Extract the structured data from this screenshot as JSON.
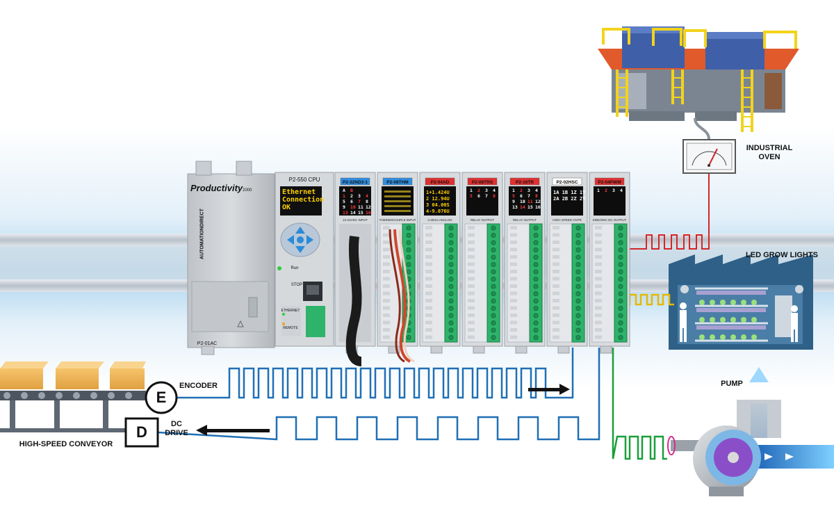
{
  "labels": {
    "industrial_oven": "INDUSTRIAL\nOVEN",
    "led_grow_lights": "LED GROW LIGHTS",
    "pump": "PUMP",
    "encoder": "ENCODER",
    "dc_drive": "DC\nDRIVE",
    "high_speed_conveyor": "HIGH-SPEED CONVEYOR",
    "encoder_symbol": "E",
    "drive_symbol": "D"
  },
  "plc": {
    "power_supply": {
      "brand": "Productivity",
      "brand_suffix": "2000",
      "vendor": "AUTOMATIONDIRECT",
      "model": "P2-01AC"
    },
    "cpu": {
      "model": "P2-550 CPU",
      "display_lines": [
        "Ethernet",
        "Connection",
        "OK"
      ],
      "switch_run": "Run",
      "switch_stop": "STOP",
      "port_labels": [
        "ETHERNET",
        "REMOTE"
      ]
    },
    "modules": [
      {
        "model": "P2-32ND3-1",
        "header": "#2f8ee0",
        "sublabel": "12-24VDC INPUT",
        "display": "grid",
        "grid": [
          "A",
          "B",
          "",
          "",
          "1",
          "2",
          "3",
          "4",
          "5",
          "6",
          "7",
          "8",
          "9",
          "10",
          "11",
          "12",
          "13",
          "14",
          "15",
          "16"
        ]
      },
      {
        "model": "P2-08THM",
        "header": "#2f8ee0",
        "sublabel": "THERMOCOUPLE INPUT",
        "display": "text"
      },
      {
        "model": "P2-04AD",
        "header": "#e03030",
        "sublabel": "4-20mA ANALOG",
        "display": "values",
        "values": [
          "1+1.424U",
          "2 12.94U",
          "3 04.00S",
          "4-9.076U"
        ]
      },
      {
        "model": "P2-08TRS",
        "header": "#e03030",
        "sublabel": "RELAY OUTPUT",
        "display": "grid",
        "grid": [
          "1",
          "2",
          "3",
          "4",
          "5",
          "6",
          "7",
          "8"
        ]
      },
      {
        "model": "P2-16TR",
        "header": "#e03030",
        "sublabel": "RELAY OUTPUT",
        "display": "grid",
        "grid": [
          "1",
          "2",
          "3",
          "4",
          "5",
          "6",
          "7",
          "8",
          "9",
          "10",
          "11",
          "12",
          "13",
          "14",
          "15",
          "16"
        ]
      },
      {
        "model": "P2-02HSC",
        "header": "#ffffff",
        "sublabel": "HIGH SPEED CNTR",
        "display": "values",
        "values": [
          "1A 1B 1Z 1Y",
          "2A 2B 2Z 2Y"
        ]
      },
      {
        "model": "P2-04PWM",
        "header": "#e03030",
        "sublabel": "SINK/SRC DC OUTPUT",
        "display": "grid",
        "grid": [
          "1",
          "2",
          "3",
          "4"
        ]
      }
    ]
  },
  "colors": {
    "encoder_signal": "#1f6fb5",
    "drive_signal": "#1f6fb5",
    "oven_signal": "#d42626",
    "grow_signal": "#e6b800",
    "pump_signal": "#1a9e3a",
    "rail": "#c9cfd6",
    "terminal_green": "#2eb36a"
  },
  "icons": [
    "encoder-symbol-icon",
    "drive-symbol-icon",
    "arrow-right-icon",
    "arrow-left-icon",
    "oven-icon",
    "gauge-icon",
    "grow-lights-icon",
    "pump-icon",
    "conveyor-icon"
  ]
}
